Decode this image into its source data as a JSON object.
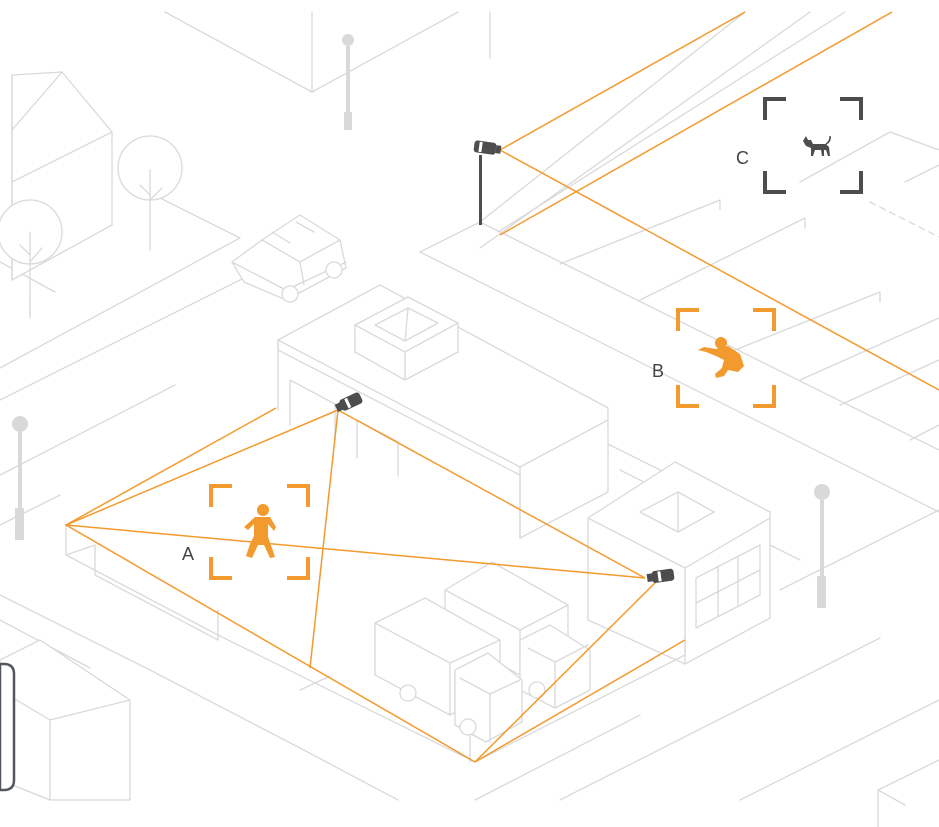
{
  "labels": {
    "a": "A",
    "b": "B",
    "c": "C"
  },
  "colors": {
    "accent": "#f29a2e",
    "line": "#d9d9d9",
    "dark": "#4d4d4d",
    "background": "#ffffff"
  },
  "icons": {
    "camera": "surveillance-camera-icon",
    "person_a": "person-standing-icon",
    "person_b": "person-crouching-icon",
    "cat": "cat-icon",
    "streetlamp": "street-lamp-icon",
    "tree": "tree-icon",
    "car": "car-icon",
    "truck": "truck-icon"
  }
}
